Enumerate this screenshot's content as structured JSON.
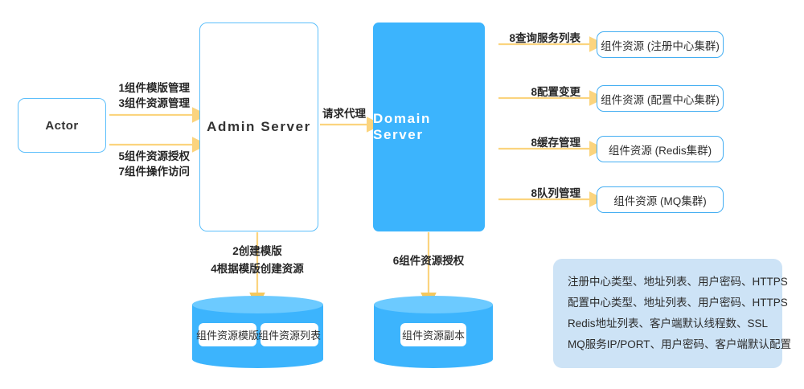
{
  "diagram": {
    "title": "Admin Server / Domain Server component resource architecture",
    "colors": {
      "arrow": "#fbd47e",
      "node_blue": "#3cb4fd",
      "node_blue_light": "#6ccaff",
      "border_blue": "#5cbffb",
      "panel_bg": "#cde3f6",
      "text_dark": "#262626"
    }
  },
  "nodes": {
    "actor": {
      "label": "Actor"
    },
    "admin_server": {
      "label": "Admin Server"
    },
    "domain_server": {
      "label": "Domain Server"
    },
    "resources": [
      {
        "label": "组件资源 (注册中心集群)"
      },
      {
        "label": "组件资源 (配置中心集群)"
      },
      {
        "label": "组件资源 (Redis集群)"
      },
      {
        "label": "组件资源 (MQ集群)"
      }
    ],
    "store_left": {
      "chips": [
        {
          "label": "组件资源模版"
        },
        {
          "label": "组件资源列表"
        }
      ]
    },
    "store_right": {
      "chips": [
        {
          "label": "组件资源副本"
        }
      ]
    }
  },
  "edges": {
    "actor_to_admin_top": {
      "line1": "1组件模版管理",
      "line2": "3组件资源管理"
    },
    "actor_to_admin_bottom": {
      "line1": "5组件资源授权",
      "line2": "7组件操作访问"
    },
    "admin_to_domain": {
      "label": "请求代理"
    },
    "admin_to_store": {
      "line1": "2创建模版",
      "line2": "4根据模版创建资源"
    },
    "domain_to_store": {
      "label": "6组件资源授权"
    },
    "domain_to_resources": [
      {
        "label": "8查询服务列表"
      },
      {
        "label": "8配置变更"
      },
      {
        "label": "8缓存管理"
      },
      {
        "label": "8队列管理"
      }
    ]
  },
  "info_panel": {
    "lines": [
      "注册中心类型、地址列表、用户密码、HTTPS",
      "配置中心类型、地址列表、用户密码、HTTPS",
      "Redis地址列表、客户端默认线程数、SSL",
      "MQ服务IP/PORT、用户密码、客户端默认配置"
    ]
  }
}
